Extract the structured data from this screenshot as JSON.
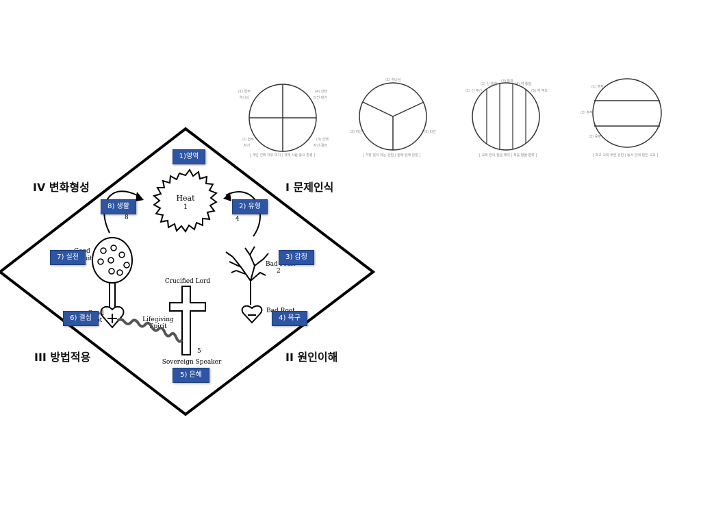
{
  "quadrants": {
    "q1": "I 문제인식",
    "q2": "II 원인이해",
    "q3": "III 방법적용",
    "q4": "IV 변화형성"
  },
  "steps": {
    "s1": "1)영역",
    "s2": "2) 유형",
    "s3": "3) 감정",
    "s4": "4) 욕구",
    "s5": "5) 은혜",
    "s6": "6) 결심",
    "s7": "7) 실천",
    "s8": "8) 생활"
  },
  "drawing": {
    "heat": "Heat",
    "heat_num": "1",
    "crucified": "Crucified Lord",
    "lifegiving1": "Lifegiving",
    "lifegiving2": "Spirit",
    "sovereign": "Sovereign Speaker",
    "five": "5",
    "bad_fruit": "Bad Fruit",
    "two": "2",
    "bad_root": "Bad Root",
    "good_fruit1": "Good",
    "good_fruit2": "Fruit",
    "good_root1": "Good",
    "good_root2": "Root",
    "eight": "8",
    "four": "4",
    "p_partial": "P"
  },
  "circles": {
    "c1": {
      "top_left1": "(1) 협부",
      "top_left2": "하나님",
      "top_right1": "(4) 선택",
      "top_right2": "타인·대가",
      "bot_left1": "(2) 협부",
      "bot_left2": "자신",
      "bot_right1": "(3) 선택",
      "bot_right2": "자신·결과",
      "caption": "[ 개인 선택 자유 의지 | 개체 사람 풍요 환경 ]"
    },
    "c2": {
      "top": "(1) 하나님",
      "left": "(2) 자신",
      "right": "(3) 타인",
      "caption": "[ 가장 절이 되는 관점 | 높에 원래 관점 ]"
    },
    "c3": {
      "t1": "(1) 신 주신",
      "t2": "(2) 신 통합",
      "t3": "(3) 통합",
      "t4": "(4) 약 통합",
      "t5": "(5) 약 주도",
      "caption": "[ 교회 안의 질문 해야 | 죄를 평을 협력 ]"
    },
    "c4": {
      "top": "(1) 영부",
      "mid": "(2) 혼부",
      "bot": "(3) 육부",
      "caption": "[ 학교 교회 부한 관점 | 동서 안내 접인 교육 ]"
    }
  }
}
